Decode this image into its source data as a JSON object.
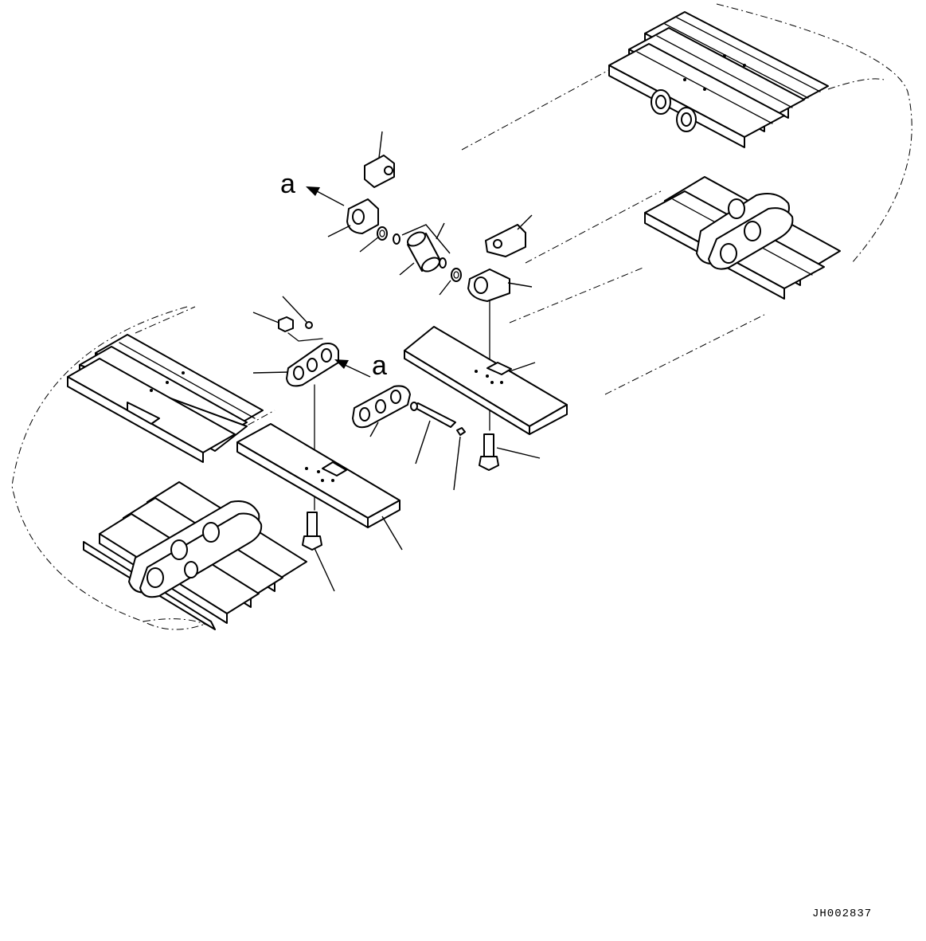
{
  "figure": {
    "view_label_top": "a",
    "view_label_mid": "a",
    "drawing_code": "JH002837"
  },
  "colors": {
    "line": "#000000",
    "background": "#ffffff"
  }
}
